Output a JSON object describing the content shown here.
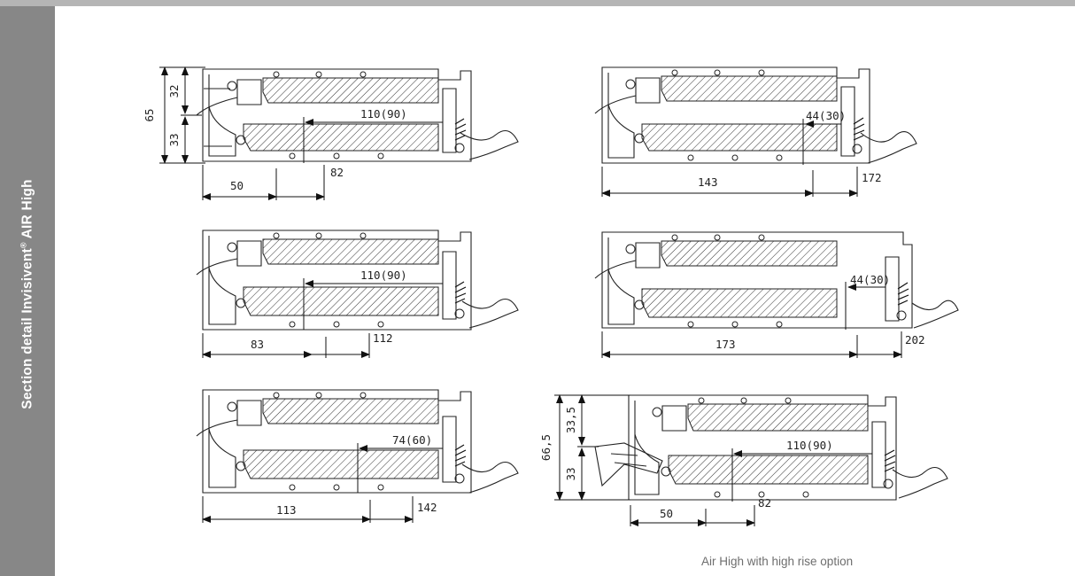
{
  "sidebar": {
    "title_prefix": "Section detail Invisivent",
    "registered_mark": "®",
    "title_suffix": " AIR High"
  },
  "caption": "Air High with high rise option",
  "details": [
    {
      "labels": [
        "65",
        "32",
        "33",
        "110(90)",
        "82",
        "50"
      ]
    },
    {
      "labels": [
        "44(30)",
        "143",
        "172"
      ]
    },
    {
      "labels": [
        "110(90)",
        "83",
        "112"
      ]
    },
    {
      "labels": [
        "44(30)",
        "173",
        "202"
      ]
    },
    {
      "labels": [
        "74(60)",
        "113",
        "142"
      ]
    },
    {
      "labels": [
        "66,5",
        "33,5",
        "33",
        "110(90)",
        "82",
        "50"
      ]
    }
  ],
  "colors": {
    "sidebar": "#878787",
    "topline": "#b5b5b5",
    "caption": "#6e6e6e",
    "line": "#222222"
  }
}
